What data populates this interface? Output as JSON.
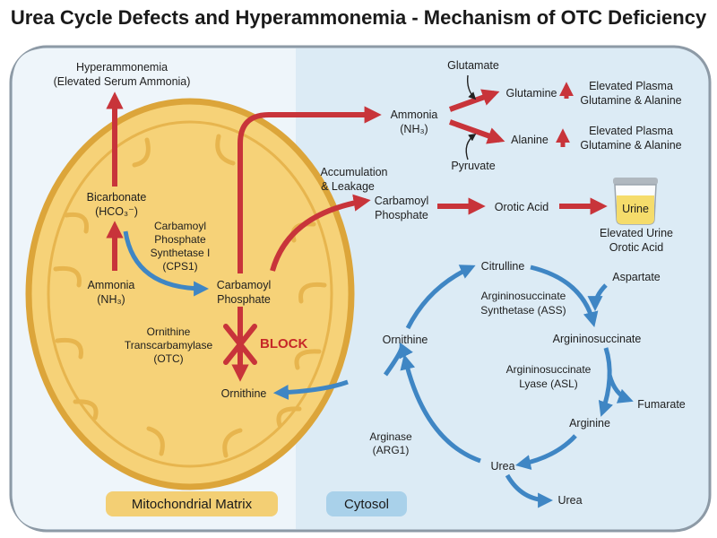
{
  "title": "Urea Cycle Defects and Hyperammonemia - Mechanism of OTC Deficiency",
  "regions": {
    "mito": "Mitochondrial Matrix",
    "cyto": "Cytosol"
  },
  "mito": {
    "hyper1": "Hyperammonemia",
    "hyper2": "(Elevated Serum Ammonia)",
    "bicarb1": "Bicarbonate",
    "bicarb2": "(HCO₃⁻)",
    "cps1": "Carbamoyl",
    "cps2": "Phosphate",
    "cps3": "Synthetase I",
    "cps4": "(CPS1)",
    "nh3_1": "Ammonia",
    "nh3_2": "(NH₃)",
    "cp1": "Carbamoyl",
    "cp2": "Phosphate",
    "otc1": "Ornithine",
    "otc2": "Transcarbamylase",
    "otc3": "(OTC)",
    "block": "BLOCK",
    "orn": "Ornithine"
  },
  "cyto": {
    "glutamate": "Glutamate",
    "ammonia1": "Ammonia",
    "ammonia2": "(NH₃)",
    "glutamine": "Glutamine",
    "alanine": "Alanine",
    "pyruvate": "Pyruvate",
    "elev1a": "Elevated Plasma",
    "elev1b": "Glutamine & Alanine",
    "elev2a": "Elevated Plasma",
    "elev2b": "Glutamine & Alanine",
    "accum1": "Accumulation",
    "accum2": "& Leakage",
    "cp1": "Carbamoyl",
    "cp2": "Phosphate",
    "orotic": "Orotic Acid",
    "urine": "Urine",
    "elevUrine1": "Elevated Urine",
    "elevUrine2": "Orotic Acid"
  },
  "cycle": {
    "citrulline": "Citrulline",
    "aspartate": "Aspartate",
    "ass1": "Argininosuccinate",
    "ass2": "Synthetase (ASS)",
    "argsucc": "Argininosuccinate",
    "asl1": "Argininosuccinate",
    "asl2": "Lyase (ASL)",
    "fumarate": "Fumarate",
    "arginine": "Arginine",
    "arg1a": "Arginase",
    "arg1b": "(ARG1)",
    "urea1": "Urea",
    "urea2": "Urea",
    "ornithine": "Ornithine"
  },
  "colors": {
    "red_arrow": "#c8343a",
    "blue_arrow": "#3f86c4",
    "mito_fill": "#f6d278",
    "mito_edge": "#dca53a",
    "cyto_fill": "#dcebf5",
    "cell_edge": "#8d9aa6"
  }
}
